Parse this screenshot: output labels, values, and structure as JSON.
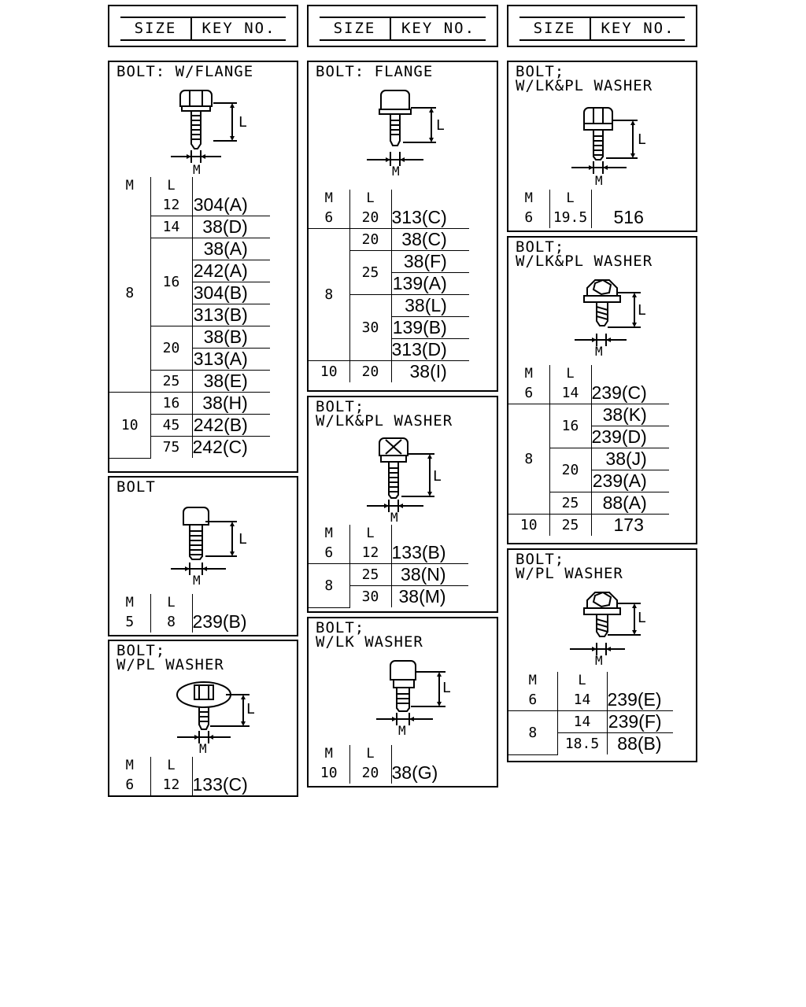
{
  "header": {
    "size_label": "SIZE",
    "key_label": "KEY NO."
  },
  "dims": {
    "m": "M",
    "l": "L"
  },
  "boxes": {
    "b1": {
      "title": "BOLT: W/FLANGE",
      "rows": [
        [
          "8",
          "12",
          "304(A)"
        ],
        [
          "",
          "14",
          "38(D)"
        ],
        [
          "",
          "16",
          "38(A)"
        ],
        [
          "",
          "",
          "242(A)"
        ],
        [
          "",
          "",
          "304(B)"
        ],
        [
          "",
          "",
          "313(B)"
        ],
        [
          "",
          "20",
          "38(B)"
        ],
        [
          "",
          "",
          "313(A)"
        ],
        [
          "",
          "25",
          "38(E)"
        ],
        [
          "10",
          "16",
          "38(H)"
        ],
        [
          "",
          "45",
          "242(B)"
        ],
        [
          "",
          "75",
          "242(C)"
        ]
      ]
    },
    "b2": {
      "title": "BOLT",
      "rows": [
        [
          "5",
          "8",
          "239(B)"
        ]
      ]
    },
    "b3": {
      "title": "BOLT;\nW/PL WASHER",
      "rows": [
        [
          "6",
          "12",
          "133(C)"
        ]
      ]
    },
    "b4": {
      "title": "BOLT: FLANGE",
      "rows": [
        [
          "6",
          "20",
          "313(C)"
        ],
        [
          "8",
          "20",
          "38(C)"
        ],
        [
          "",
          "25",
          "38(F)"
        ],
        [
          "",
          "",
          "139(A)"
        ],
        [
          "",
          "30",
          "38(L)"
        ],
        [
          "",
          "",
          "139(B)"
        ],
        [
          "",
          "",
          "313(D)"
        ],
        [
          "10",
          "20",
          "38(I)"
        ]
      ]
    },
    "b5": {
      "title": "BOLT;\nW/LK&PL WASHER",
      "rows": [
        [
          "6",
          "12",
          "133(B)"
        ],
        [
          "8",
          "25",
          "38(N)"
        ],
        [
          "",
          "30",
          "38(M)"
        ]
      ]
    },
    "b6": {
      "title": "BOLT;\nW/LK WASHER",
      "rows": [
        [
          "10",
          "20",
          "38(G)"
        ]
      ]
    },
    "b7": {
      "title": "BOLT;\nW/LK&PL WASHER",
      "rows": [
        [
          "6",
          "19.5",
          "516"
        ]
      ]
    },
    "b8": {
      "title": "BOLT;\nW/LK&PL WASHER",
      "rows": [
        [
          "6",
          "14",
          "239(C)"
        ],
        [
          "8",
          "16",
          "38(K)"
        ],
        [
          "",
          "",
          "239(D)"
        ],
        [
          "",
          "20",
          "38(J)"
        ],
        [
          "",
          "",
          "239(A)"
        ],
        [
          "",
          "25",
          "88(A)"
        ],
        [
          "10",
          "25",
          "173"
        ]
      ]
    },
    "b9": {
      "title": "BOLT;\nW/PL WASHER",
      "rows": [
        [
          "6",
          "14",
          "239(E)"
        ],
        [
          "8",
          "14",
          "239(F)"
        ],
        [
          "",
          "18.5",
          "88(B)"
        ]
      ]
    }
  }
}
